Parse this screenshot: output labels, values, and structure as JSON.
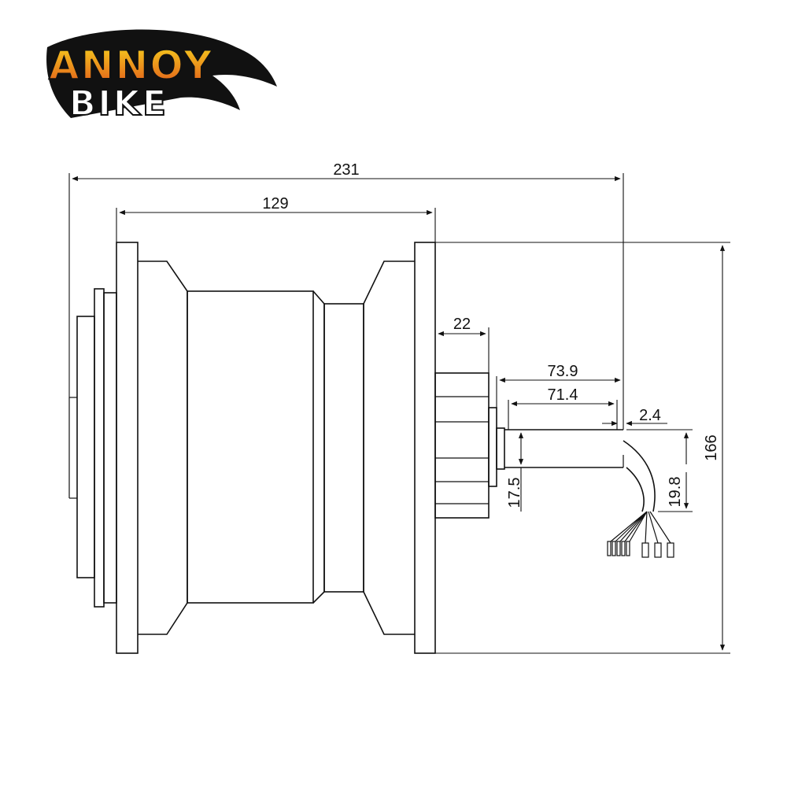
{
  "logo": {
    "line1": "ANNOY",
    "line2": "BIKE",
    "colors": {
      "fill_top": "#f7d21e",
      "fill_bottom": "#e0561a",
      "outline": "#111111"
    }
  },
  "dimensions": {
    "overall_length": "231",
    "body_length": "129",
    "spline_length": "22",
    "shaft_outer": "73.9",
    "shaft_inner": "71.4",
    "step": "2.4",
    "shaft_diameter": "17.5",
    "cable_offset": "19.8",
    "flange_height": "166"
  },
  "colors": {
    "line": "#111111",
    "background": "#ffffff"
  }
}
